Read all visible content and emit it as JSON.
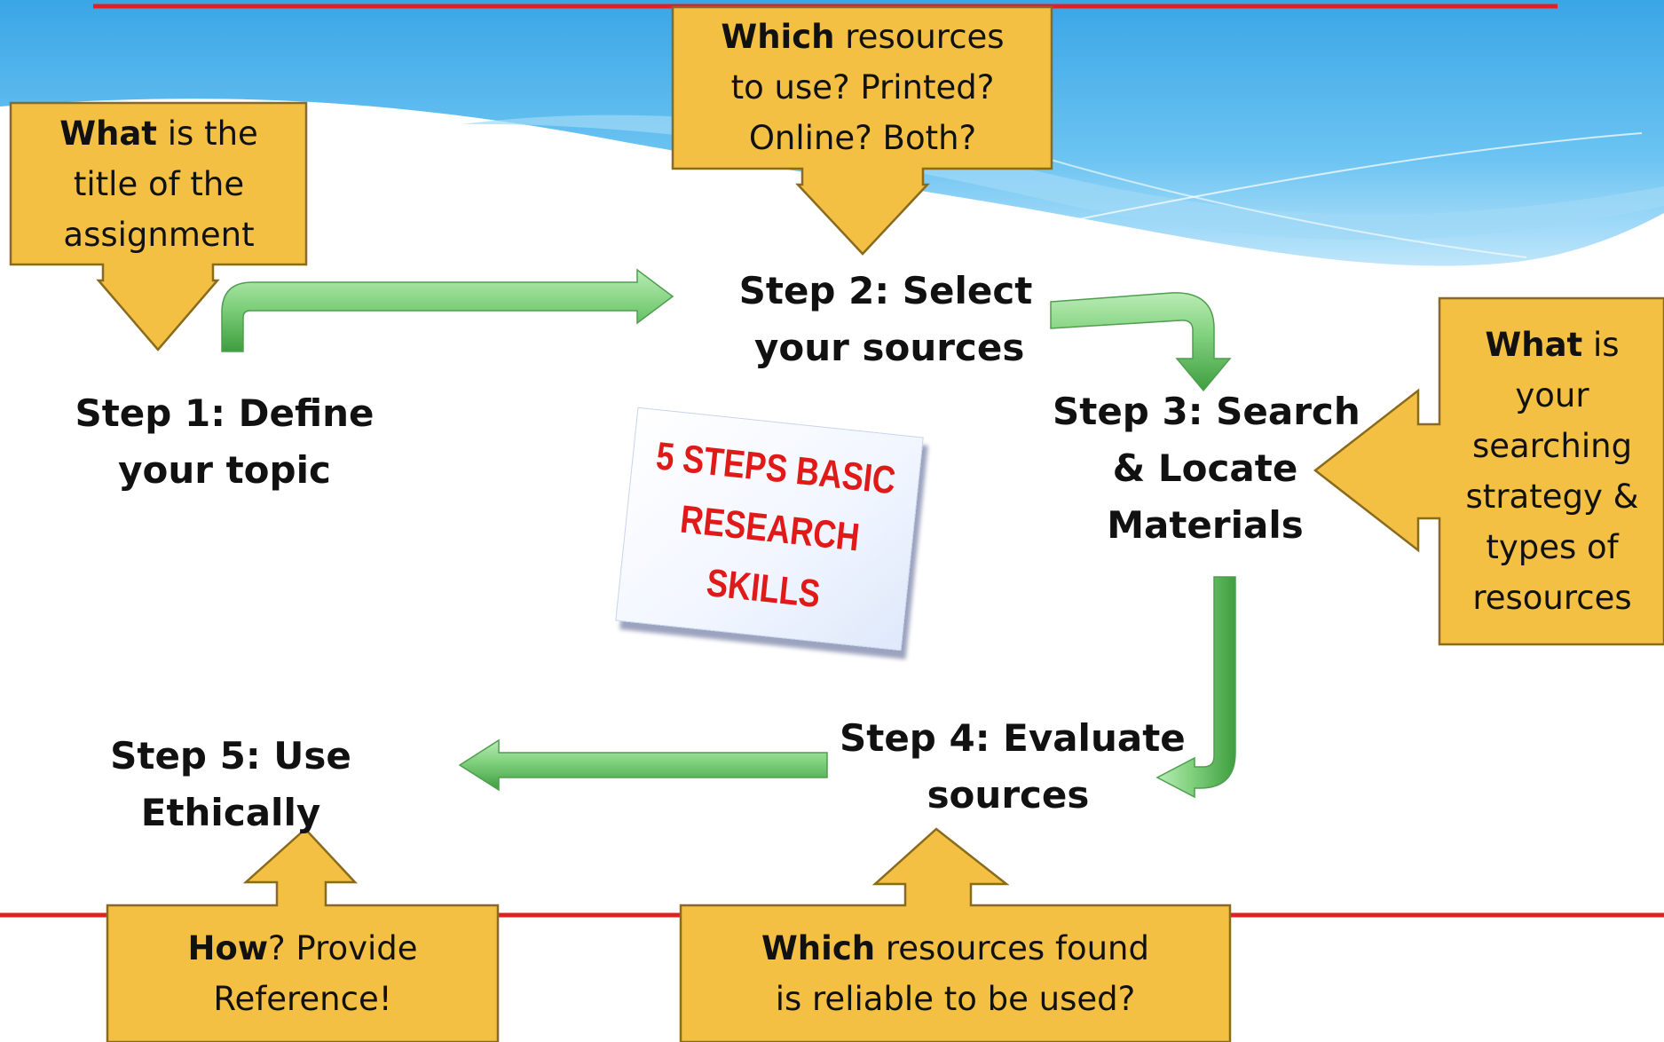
{
  "colors": {
    "callout_fill": "#f3c044",
    "callout_border": "#8a6a1c",
    "arrow_green": "#72c972",
    "arrow_green_dark": "#3f9e3f",
    "rule_red": "#e32020",
    "sky_blue": "#4ab1ea",
    "sign_text": "#e01919"
  },
  "steps": [
    {
      "id": "step1",
      "lines": [
        "Step 1: Define",
        "your topic"
      ]
    },
    {
      "id": "step2",
      "lines": [
        "Step 2: Select",
        "your sources"
      ]
    },
    {
      "id": "step3",
      "lines": [
        "Step 3: Search",
        "& Locate",
        "Materials"
      ]
    },
    {
      "id": "step4",
      "lines": [
        "Step 4: Evaluate",
        "sources"
      ]
    },
    {
      "id": "step5",
      "lines": [
        "Step 5: Use",
        "Ethically"
      ]
    }
  ],
  "callouts": {
    "what_title": {
      "bold": "What",
      "l1_rest": " is the",
      "l2": "title of the",
      "l3": "assignment"
    },
    "which_sources": {
      "bold": "Which",
      "l1_rest": " resources",
      "l2": "to use? Printed?",
      "l3": "Online? Both?"
    },
    "what_strategy": {
      "bold": "What",
      "l1_rest": " is",
      "l2": "your",
      "l3": "searching",
      "l4": "strategy &",
      "l5": "types of",
      "l6": "resources"
    },
    "how_reference": {
      "bold": "How",
      "l1_rest": "? Provide",
      "l2": "Reference!"
    },
    "which_reliable": {
      "bold": "Which",
      "l1_rest": " resources found",
      "l2": "is reliable to be used?"
    }
  },
  "sign": {
    "lines": [
      "5 STEPS BASIC",
      "RESEARCH",
      "SKILLS"
    ]
  }
}
